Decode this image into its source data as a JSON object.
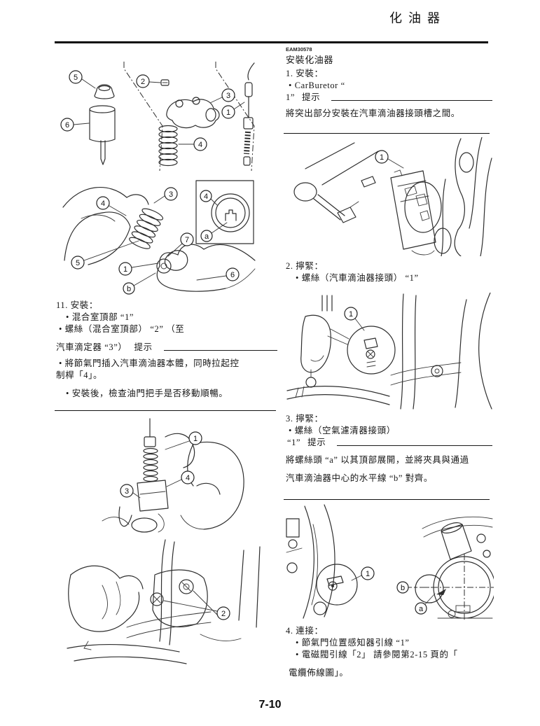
{
  "header": {
    "title": "化油器"
  },
  "footer": {
    "page_number": "7-10"
  },
  "left": {
    "step11": {
      "heading": "11. 安裝：",
      "bullet1": "•  混合室頂部 “1”",
      "bullet2": "•  螺絲（混合室頂部） “2” （至",
      "bullet2_cont": "汽車滴定器 “3”）",
      "note_label": "提示",
      "note1_line1": "•  將節氣門插入汽車滴油器本體，同時拉起控",
      "note1_line2": "制桿「4」。",
      "note2": "•  安裝後，檢查油門把手是否移動順暢。"
    }
  },
  "right": {
    "code": "EAM30578",
    "title": "安裝化油器",
    "step1": {
      "heading": "1.  安裝：",
      "bullet1": "•  CarBuretor “",
      "bullet1_cont": "1”",
      "note_label": "提示",
      "note_text": "將突出部分安裝在汽車滴油器接頭槽之間。"
    },
    "step2": {
      "heading": "2.  擰緊：",
      "bullet1": "•  螺絲（汽車滴油器接頭） “1”"
    },
    "step3": {
      "heading": "3.  擰緊：",
      "bullet1": "•  螺絲（空氣濾清器接頭）",
      "bullet1_cont": "“1”",
      "note_label": "提示",
      "note_line1": "將螺絲頭 “a” 以其頂部展開，並將夾具與通過",
      "note_line2": "汽車滴油器中心的水平線 “b” 對齊。"
    },
    "step4": {
      "heading": "4.  連接：",
      "bullet1": "•  節氣門位置感知器引線 “1”",
      "bullet2": "•  電磁閥引線「2」 請參閱第2-15 頁的「",
      "bullet2_cont": "電纜佈線圖」。"
    }
  },
  "figures": {
    "exploded": {
      "c5": "5",
      "c6": "6",
      "c2": "2",
      "c3": "3",
      "c4": "4",
      "c1": "1"
    },
    "hands": {
      "c3": "3",
      "c4": "4",
      "c5": "5",
      "c1": "1",
      "c7": "7",
      "cb": "b",
      "c6": "6",
      "inset4": "4",
      "inseta": "a"
    },
    "throttle_cable": {
      "c1": "1",
      "c4": "4",
      "c3": "3"
    },
    "screws": {
      "c2": "2"
    },
    "carb_install": {
      "c1": "1"
    },
    "tighten_screw": {
      "c1": "1"
    },
    "align_screw": {
      "c1": "1",
      "cb": "b",
      "ca": "a"
    }
  }
}
